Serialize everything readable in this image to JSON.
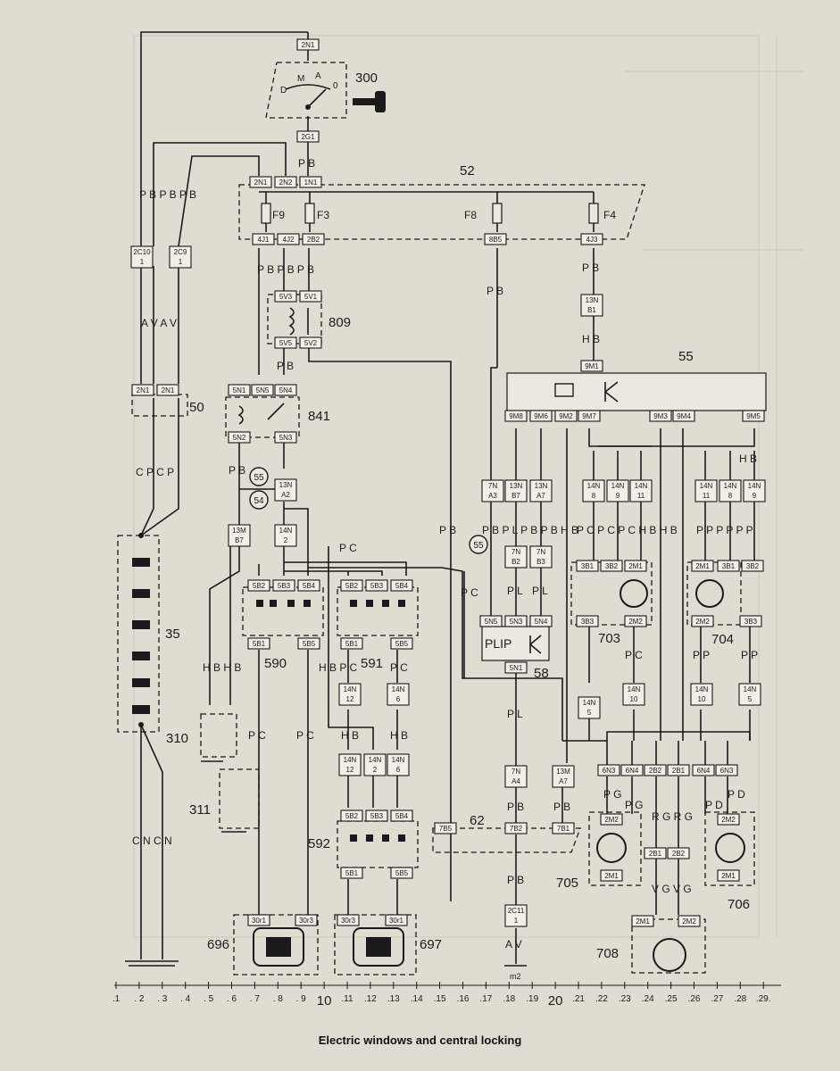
{
  "caption": "Electric windows and central locking",
  "components": {
    "c300": "300",
    "c52": "52",
    "c809": "809",
    "c841": "841",
    "c50": "50",
    "c55": "55",
    "c35": "35",
    "c590": "590",
    "c591": "591",
    "c592": "592",
    "c58": "58",
    "c62": "62",
    "c703": "703",
    "c704": "704",
    "c705": "705",
    "c706": "706",
    "c708": "708",
    "c696": "696",
    "c697": "697",
    "c310": "310",
    "c311": "311",
    "c10": "10",
    "c20": "20"
  },
  "fuses": {
    "f9": "F9",
    "f3": "F3",
    "f8": "F8",
    "f4": "F4"
  },
  "switch_positions": {
    "d": "D",
    "m": "M",
    "a": "A",
    "o": "0"
  },
  "circles": {
    "n55": "55",
    "n54": "54",
    "n55b": "55"
  },
  "plip": "PLIP",
  "ground": "m2",
  "connectors": {
    "k2n1_top": "2N1",
    "k2g1": "2G1",
    "k2n1a": "2N1",
    "k2n2": "2N2",
    "k1n1": "1N1",
    "k4j1": "4J1",
    "k4j2": "4J2",
    "k2b2": "2B2",
    "k8b5": "8B5",
    "k4j3": "4J3",
    "k13nb1": "13N B1",
    "k9m1": "9M1",
    "k5v3": "5V3",
    "k5v1": "5V1",
    "k5v5": "5V5",
    "k5v2": "5V2",
    "k2c10": "2C10 1",
    "k2c9": "2C9 1",
    "k2n1b": "2N1",
    "k2n1c": "2N1",
    "k5n1": "5N1",
    "k5n5": "5N5",
    "k5n4": "5N4",
    "k5n2": "5N2",
    "k5n3": "5N3",
    "k13na2": "13N A2",
    "k13mb7": "13M B7",
    "k14n2": "14N 2",
    "k9m8": "9M8",
    "k9m6": "9M6",
    "k9m2": "9M2",
    "k9m7": "9M7",
    "k9m3": "9M3",
    "k9m4": "9M4",
    "k9m5": "9M5",
    "k7na3": "7N A3",
    "k13nb7": "13N B7",
    "k13na7": "13N A7",
    "k7nb2": "7N B2",
    "k7nb3": "7N B3",
    "k5n5b": "5N5",
    "k5n3b": "5N3",
    "k5n4b": "5N4",
    "k5n1b": "5N1",
    "k14n8": "14N 8",
    "k14n9": "14N 9",
    "k14n11": "14N 11",
    "k14n11b": "14N 11",
    "k14n8b": "14N 8",
    "k14n9b": "14N 9",
    "k3b1": "3B1",
    "k3b2": "3B2",
    "k2m1": "2M1",
    "k3b3": "3B3",
    "k2m2": "2M2",
    "k2m1b": "2M1",
    "k3b1b": "3B1",
    "k3b2b": "3B2",
    "k2m2b": "2M2",
    "k3b3b": "3B3",
    "k5b2a": "5B2",
    "k5b3a": "5B3",
    "k5b4a": "5B4",
    "k5b1a": "5B1",
    "k5b5a": "5B5",
    "k5b2b": "5B2",
    "k5b3b": "5B3",
    "k5b4b": "5B4",
    "k5b1b": "5B1",
    "k5b5b": "5B5",
    "k14n12": "14N 12",
    "k14n6": "14N 6",
    "k14n12b": "14N 12",
    "k14n2b": "14N 2",
    "k14n6b": "14N 6",
    "k5b2c": "5B2",
    "k5b3c": "5B3",
    "k5b4c": "5B4",
    "k5b1c": "5B1",
    "k5b5c": "5B5",
    "k30r1": "30r1",
    "k30r3": "30r3",
    "k30r3b": "30r3",
    "k30r1b": "30r1",
    "k14n5": "14N 5",
    "k14n10": "14N 10",
    "k14n10b": "14N 10",
    "k14n5b": "14N 5",
    "k7na4": "7N A4",
    "k13ma7": "13M A7",
    "k7b5": "7B5",
    "k7b2": "7B2",
    "k7b1": "7B1",
    "k2c11": "2C11 1",
    "k6n3": "6N3",
    "k6n4": "6N4",
    "k2b2b": "2B2",
    "k2b1": "2B1",
    "k6n4b": "6N4",
    "k6n3b": "6N3",
    "k2m2c": "2M2",
    "k2m1c": "2M1",
    "k2m2d": "2M2",
    "k2m1d": "2M1",
    "k2b1b": "2B1",
    "k2b2c": "2B2",
    "k2m1e": "2M1",
    "k2m2e": "2M2"
  },
  "wires": {
    "pb1": "P B",
    "pb2": "P B",
    "pb3": "P B",
    "pb4": "P B",
    "pb5": "P B",
    "pb6": "P B",
    "pb7": "P B",
    "pb8": "P B",
    "pb9": "P B",
    "pb10": "P B",
    "pbpbpb": "P B P B P B",
    "pbpbpb2": "P B P B P B",
    "av1": "A V A V",
    "cpcp": "C P C P",
    "cncn": "C N C N",
    "hbhb": "H B H B",
    "hb1": "H B",
    "hb2": "H B",
    "hb3": "H B",
    "hb4": "H B",
    "pc1": "P C",
    "pc2": "P C",
    "pc3": "P C",
    "pc4": "P C",
    "pc5": "P C",
    "pc6": "P C",
    "pc7": "P C",
    "pc8": "P C",
    "pl1": "P L",
    "pl2": "P L",
    "pl3": "P L",
    "hbpc": "H B P C",
    "hbpc2": "H B P C",
    "pchbhb": "P C P C P C H B H B",
    "pppp": "P P P P P P",
    "pp1": "P P",
    "pp2": "P P",
    "pp3": "P P",
    "pp4": "P P",
    "pg1": "P G",
    "pg2": "P G",
    "pd1": "P D",
    "pd2": "P D",
    "rg": "R G R G",
    "vg": "V G V G",
    "av2": "A V",
    "pb_pl": "P B P L P B P B H B",
    "pb_v": "P B"
  },
  "colors": {
    "wire": "#1a1a1a",
    "paper": "#dfdcd2",
    "box_fill": "#ebe8df"
  },
  "scale": [
    ".1",
    ". 2",
    ". 3",
    ". 4",
    ". 5",
    ". 6",
    ". 7",
    ". 8",
    ". 9",
    "10",
    ".11",
    ".12",
    ".13",
    ".14",
    ".15",
    ".16",
    ".17",
    ".18",
    ".19",
    "20",
    ".21",
    ".22",
    ".23",
    ".24",
    ".25",
    ".26",
    ".27",
    ".28",
    ".29."
  ]
}
